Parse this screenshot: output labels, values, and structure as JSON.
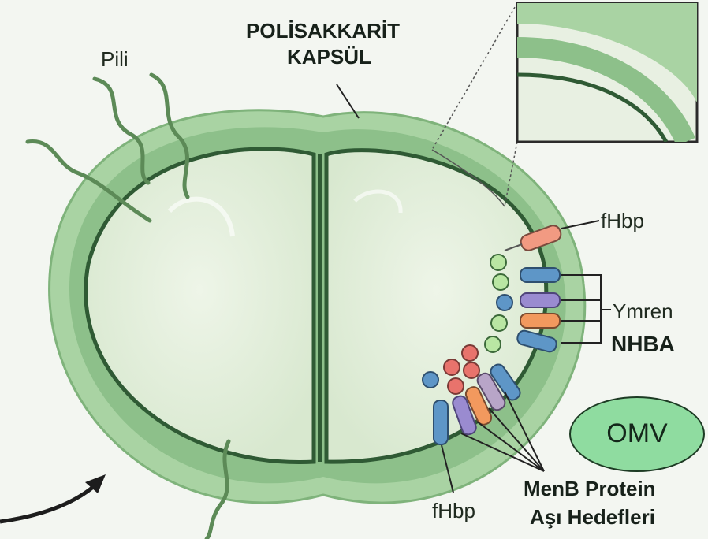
{
  "labels": {
    "capsule_line1": "POLİSAKKARİT",
    "capsule_line2": "KAPSÜL",
    "pili": "Pili",
    "fhbp_top": "fHbp",
    "ymren": "Ymren",
    "nhba": "NHBA",
    "omv": "OMV",
    "fhbp_bottom": "fHbp",
    "menb_line1": "MenB Protein",
    "menb_line2": "Aşı Hedefleri"
  },
  "colors": {
    "background": "#f3f6f1",
    "capsule_outer": "#a7d2a2",
    "capsule_band": "#8fc18c",
    "membrane_dark": "#2f5a34",
    "cytoplasm": "#e4eedc",
    "protein_salmon": "#f29a82",
    "protein_blue": "#5e96c7",
    "protein_purple": "#9a8bd0",
    "protein_orange": "#f2995e",
    "bead_green": "#b9e6a3",
    "bead_red": "#e8736c",
    "omv_fill": "#8fdca0"
  },
  "icons": [
    "pili-filament-icon",
    "membrane-protein-icon",
    "bead-icon",
    "pointer-arrow-icon",
    "zoom-inset-icon"
  ]
}
